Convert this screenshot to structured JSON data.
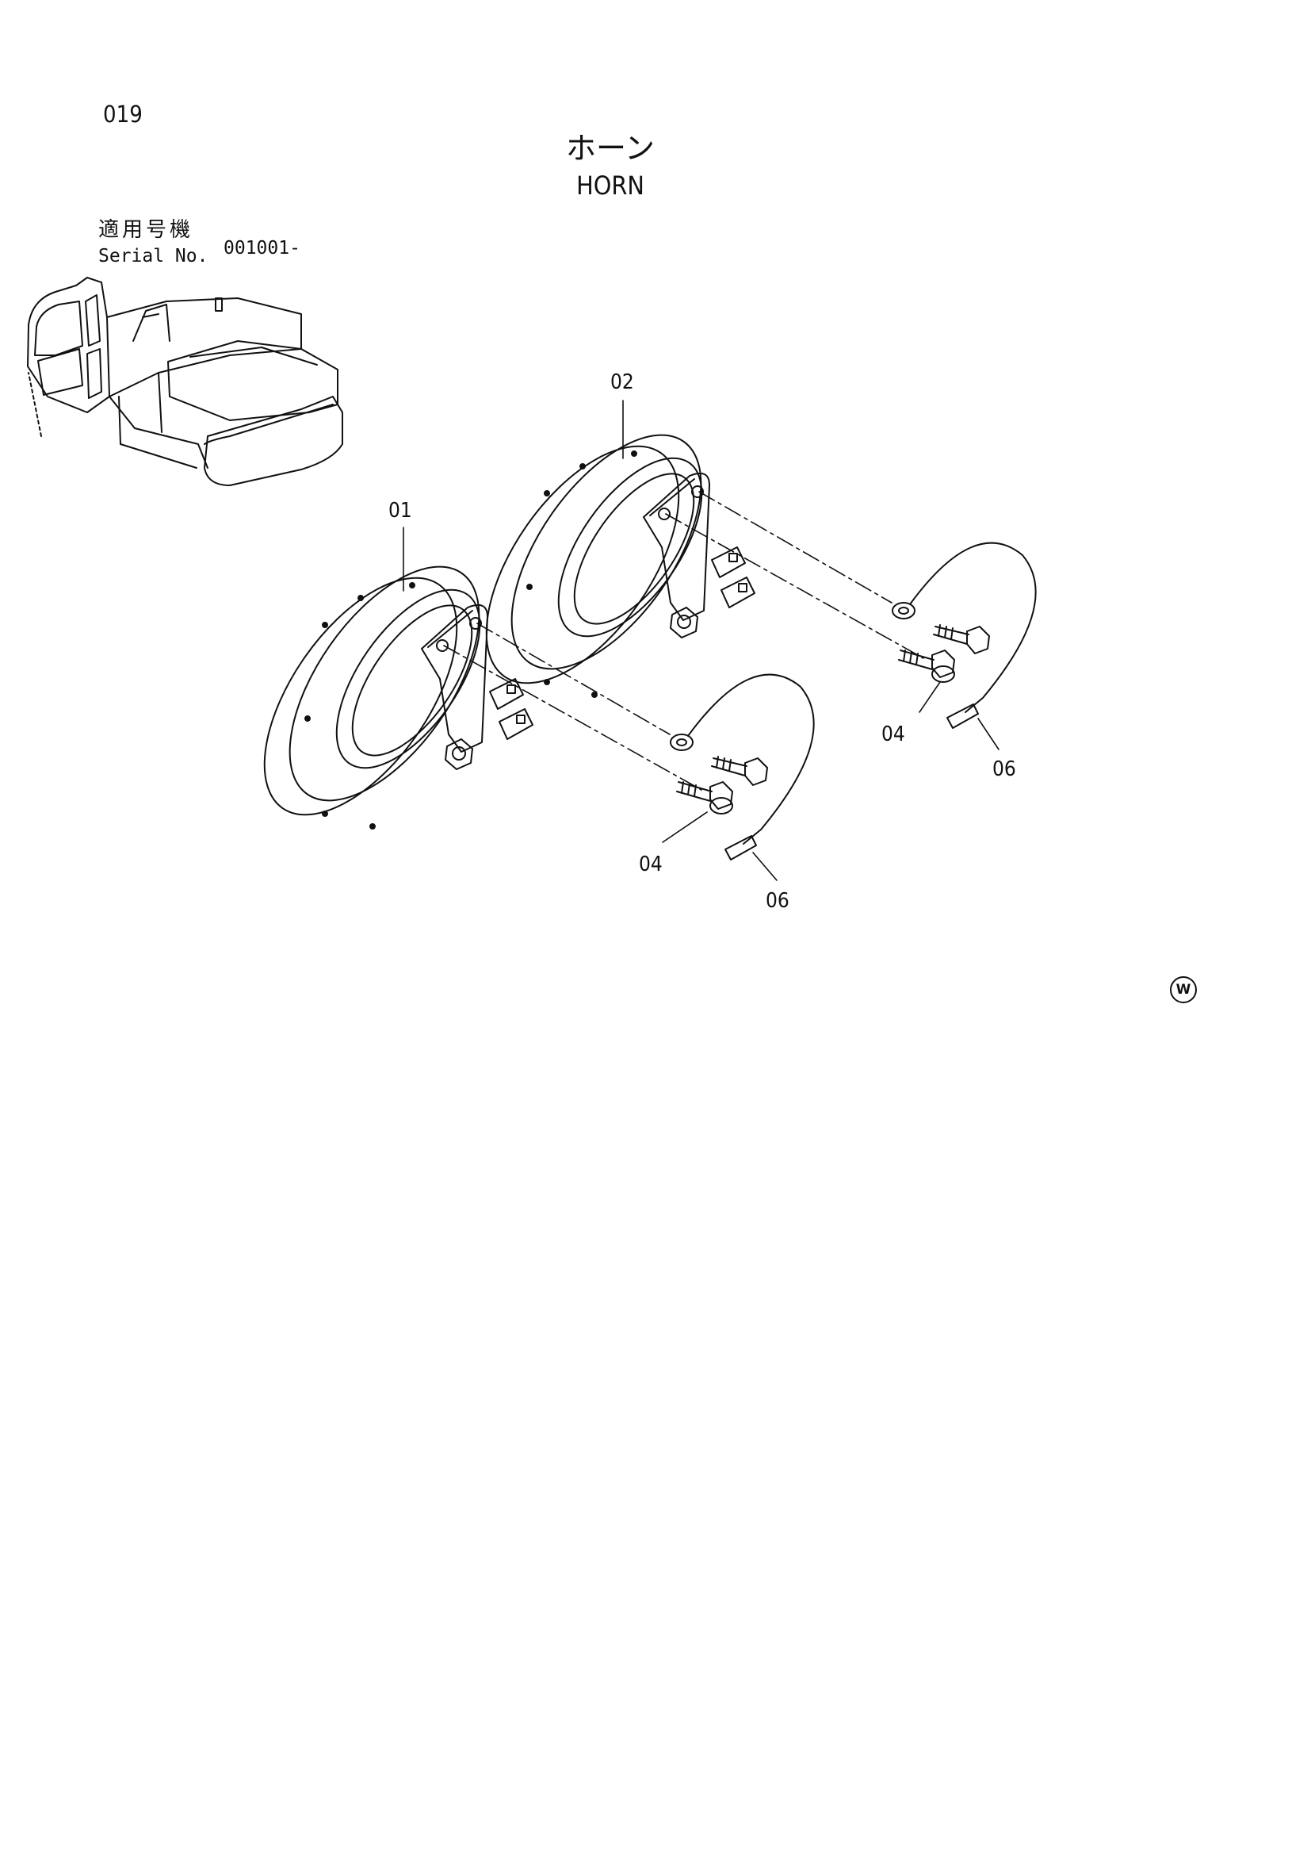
{
  "page_number": "019",
  "title_jp": "ホーン",
  "title_en": "HORN",
  "serial": {
    "label_jp": "適用号機",
    "label_en": "Serial No.",
    "value": "001001-"
  },
  "callouts": [
    "01",
    "02",
    "04",
    "04",
    "06",
    "06"
  ],
  "icons": {
    "watermark": "W"
  }
}
